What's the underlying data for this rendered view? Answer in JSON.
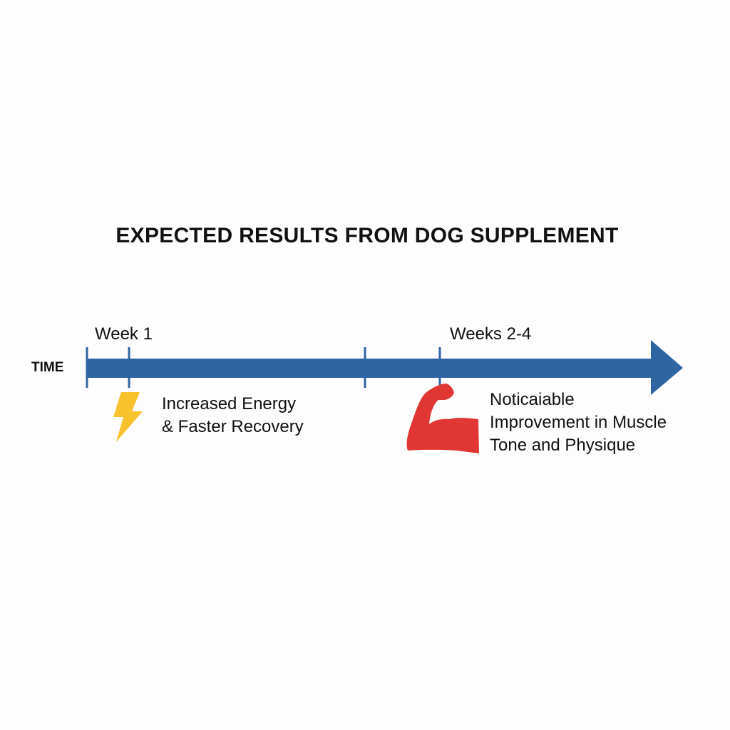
{
  "title": "EXPECTED RESULTS FROM DOG SUPPLEMENT",
  "axis_label": "TIME",
  "milestones": [
    {
      "label": "Week 1",
      "icon": "lightning-bolt-icon",
      "lines": [
        "Increased Energy",
        "& Faster Recovery"
      ]
    },
    {
      "label": "Weeks 2-4",
      "icon": "flexed-bicep-icon",
      "lines": [
        "Noticaiable",
        "Improvement in Muscle",
        "Tone and Physique"
      ]
    }
  ],
  "colors": {
    "arrow": "#2f65a3",
    "bolt": "#f8c22c",
    "muscle": "#e13734",
    "text": "#111111"
  }
}
